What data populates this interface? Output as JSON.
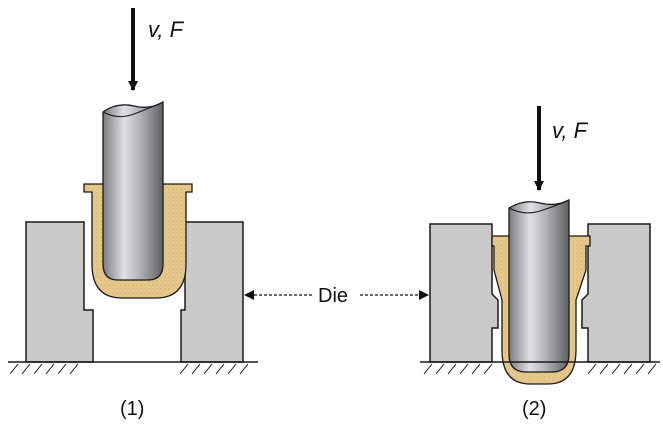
{
  "panels": [
    {
      "id": "1",
      "caption": "(1)",
      "force_label": "v, F"
    },
    {
      "id": "2",
      "caption": "(2)",
      "force_label": "v, F"
    }
  ],
  "die_label": "Die",
  "colors": {
    "die_fill": "#c9c9c9",
    "die_stroke": "#1a1a1a",
    "cup_fill": "#e9c98d",
    "punch_light": "#dcdde0",
    "punch_dark": "#6d6e71",
    "text": "#111111"
  }
}
